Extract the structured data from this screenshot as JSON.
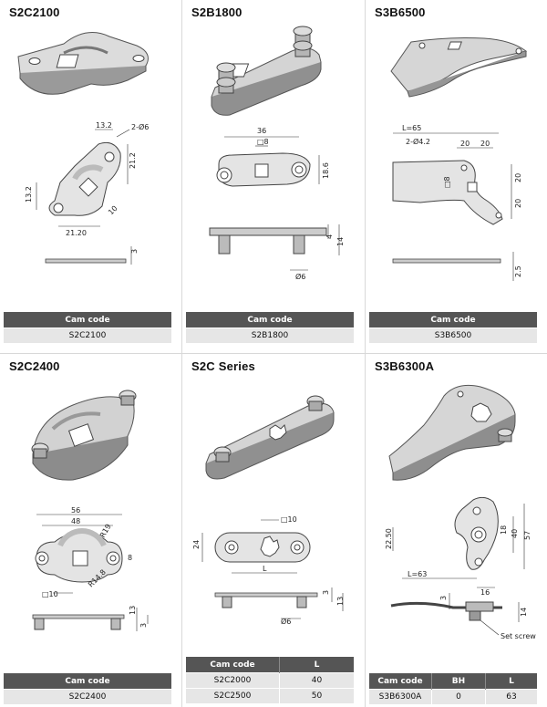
{
  "products": [
    {
      "code": "S2C2100",
      "table": {
        "headers": [
          "Cam code"
        ],
        "rows": [
          [
            "S2C2100"
          ]
        ]
      },
      "dims": {
        "a": "13.2",
        "b": "2-Ø6",
        "c": "21.2",
        "d": "13.2",
        "e": "21.20",
        "f": "10",
        "g": "3"
      }
    },
    {
      "code": "S2B1800",
      "table": {
        "headers": [
          "Cam code"
        ],
        "rows": [
          [
            "S2B1800"
          ]
        ]
      },
      "dims": {
        "a": "36",
        "b": "□8",
        "c": "18.6",
        "d": "4",
        "e": "14",
        "f": "Ø6"
      }
    },
    {
      "code": "S3B6500",
      "table": {
        "headers": [
          "Cam code"
        ],
        "rows": [
          [
            "S3B6500"
          ]
        ]
      },
      "dims": {
        "a": "L=65",
        "b": "2-Ø4.2",
        "c": "20",
        "d": "20",
        "e": "□8",
        "f": "20",
        "g": "20",
        "h": "2.5"
      }
    },
    {
      "code": "S2C2400",
      "table": {
        "headers": [
          "Cam code"
        ],
        "rows": [
          [
            "S2C2400"
          ]
        ]
      },
      "dims": {
        "a": "56",
        "b": "48",
        "c": "R19",
        "d": "8",
        "e": "R14.8",
        "f": "□10",
        "g": "13",
        "h": "3"
      }
    },
    {
      "code": "S2C Series",
      "table": {
        "headers": [
          "Cam code",
          "L"
        ],
        "rows": [
          [
            "S2C2000",
            "40"
          ],
          [
            "S2C2500",
            "50"
          ]
        ]
      },
      "dims": {
        "a": "□10",
        "b": "24",
        "c": "L",
        "d": "3",
        "e": "13",
        "f": "Ø6"
      }
    },
    {
      "code": "S3B6300A",
      "table": {
        "headers": [
          "Cam code",
          "BH",
          "L"
        ],
        "rows": [
          [
            "S3B6300A",
            "0",
            "63"
          ]
        ]
      },
      "dims": {
        "a": "22.50",
        "b": "18",
        "c": "40",
        "d": "57",
        "e": "L=63",
        "f": "16",
        "g": "3",
        "h": "14",
        "note": "Set screw"
      }
    }
  ]
}
